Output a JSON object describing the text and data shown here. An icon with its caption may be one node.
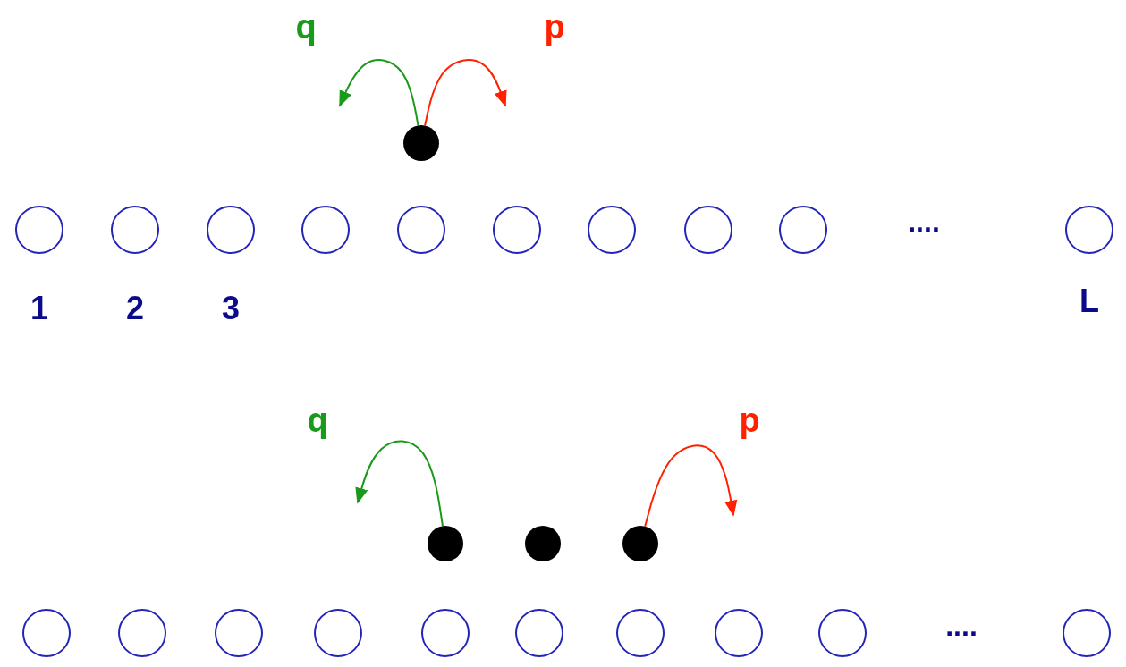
{
  "diagram": {
    "nodes": [
      {
        "text": [],
        "shape": "dot"
      },
      {
        "text": [],
        "shape": "circle",
        "beside": [
          "1"
        ]
      },
      {
        "text": [],
        "shape": "circle",
        "beside": [
          "2"
        ]
      },
      {
        "text": [],
        "shape": "circle",
        "beside": [
          "3"
        ]
      },
      {
        "text": [],
        "shape": "circle"
      },
      {
        "text": [],
        "shape": "circle"
      },
      {
        "text": [],
        "shape": "circle"
      },
      {
        "text": [],
        "shape": "circle"
      },
      {
        "text": [],
        "shape": "circle"
      },
      {
        "text": [],
        "shape": "circle"
      },
      {
        "text": [],
        "shape": "circle",
        "beside": [
          "L"
        ]
      },
      {
        "text": [],
        "shape": "dot"
      },
      {
        "text": [],
        "shape": "dot"
      },
      {
        "text": [],
        "shape": "dot"
      },
      {
        "text": [],
        "shape": "circle"
      },
      {
        "text": [],
        "shape": "circle"
      },
      {
        "text": [],
        "shape": "circle"
      },
      {
        "text": [],
        "shape": "circle"
      },
      {
        "text": [],
        "shape": "circle"
      },
      {
        "text": [],
        "shape": "circle"
      },
      {
        "text": [],
        "shape": "circle"
      },
      {
        "text": [],
        "shape": "circle"
      },
      {
        "text": [],
        "shape": "circle"
      },
      {
        "text": [],
        "shape": "circle"
      }
    ],
    "edges": [
      {
        "from": 0,
        "to": null,
        "arrow": "to",
        "label": "q",
        "color": "#1a9a1a"
      },
      {
        "from": 0,
        "to": null,
        "arrow": "to",
        "label": "p",
        "color": "#ff2200"
      },
      {
        "from": 11,
        "to": null,
        "arrow": "to",
        "label": "q",
        "color": "#1a9a1a"
      },
      {
        "from": 13,
        "to": null,
        "arrow": "to",
        "label": "p",
        "color": "#ff2200"
      }
    ],
    "labels": [
      "....",
      "...."
    ]
  }
}
